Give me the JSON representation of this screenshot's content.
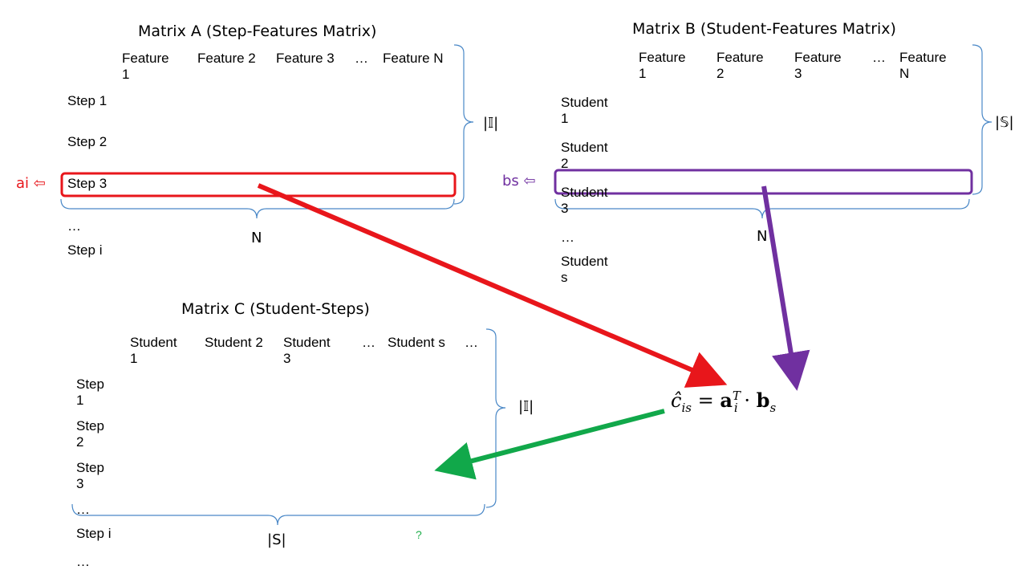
{
  "matrix_a": {
    "title": "Matrix A (Step-Features Matrix)",
    "columns": [
      "Feature\n1",
      "Feature 2",
      "Feature 3",
      "…",
      "Feature N"
    ],
    "rows": [
      "Step 1",
      "Step 2",
      "Step 3",
      "…",
      "Step i"
    ],
    "row_brace_label": "|𝕀|",
    "col_brace_label": "N",
    "highlight_label": "ai ⇦",
    "highlight_color": "#e8161b"
  },
  "matrix_b": {
    "title": "Matrix B (Student-Features Matrix)",
    "columns": [
      "Feature\n1",
      "Feature\n2",
      "Feature\n3",
      "…",
      "Feature\nN"
    ],
    "rows": [
      "Student\n1",
      "Student\n2",
      "Student\n3",
      "…",
      "Student\ns"
    ],
    "row_brace_label": "|𝕊|",
    "col_brace_label": "N",
    "highlight_label": "bs ⇦",
    "highlight_color": "#7030a0"
  },
  "matrix_c": {
    "title": "Matrix C (Student-Steps)",
    "columns": [
      "Student\n1",
      "Student 2",
      "Student\n3",
      "…",
      "Student s",
      "…"
    ],
    "rows": [
      "Step\n1",
      "Step\n2",
      "Step\n3",
      "…",
      "Step i",
      "…"
    ],
    "row_brace_label": "|𝕀|",
    "col_brace_label": "|S|",
    "unknown_cell": "?",
    "unknown_color": "#1fae4b"
  },
  "formula": {
    "lhs": "ĉ",
    "lhs_sub": "is",
    "equals": "=",
    "a": "a",
    "a_sub": "i",
    "a_sup": "T",
    "dot": "·",
    "b": "b",
    "b_sub": "s"
  },
  "colors": {
    "brace": "#4a88c7",
    "arrow_red": "#e8161b",
    "arrow_purple": "#7030a0",
    "arrow_green": "#11a84a"
  }
}
